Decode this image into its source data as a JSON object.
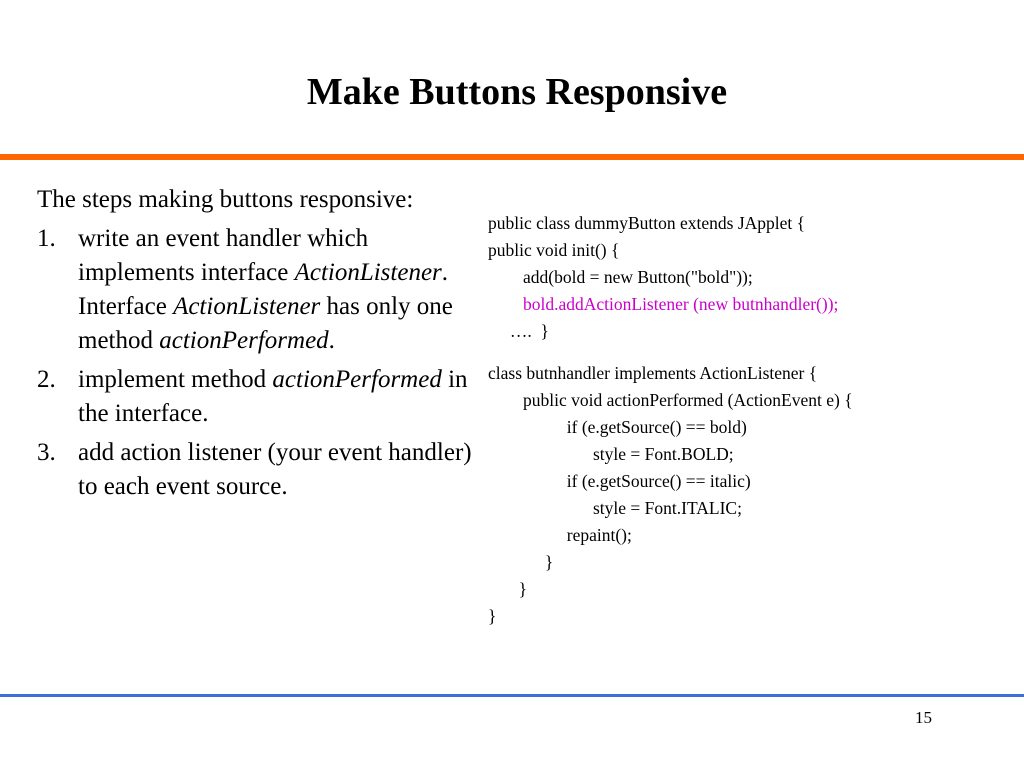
{
  "slide": {
    "title": "Make Buttons Responsive",
    "page_number": "15"
  },
  "colors": {
    "top_rule": "#ff6600",
    "bottom_rule": "#3d6fdb",
    "code_highlight": "#cc00cc"
  },
  "body": {
    "intro": "The steps making buttons responsive:",
    "steps": [
      {
        "number": "1.",
        "t1": "write an event handler which implements interface ",
        "i1": "ActionListener",
        "t2": ". Interface ",
        "i2": "ActionListener",
        "t3": " has only one method ",
        "i3": "actionPerformed",
        "t4": "."
      },
      {
        "number": "2.",
        "t1": "implement method ",
        "i1": "actionPerformed",
        "t2": " in the interface."
      },
      {
        "number": "3.",
        "text": "add action listener (your event handler) to each event source."
      }
    ]
  },
  "code": {
    "block1": [
      "public class dummyButton extends JApplet {",
      "public void init() {",
      "        add(bold = new Button(\"bold\"));",
      "        bold.addActionListener (new butnhandler());",
      "     ….  }"
    ],
    "block2": [
      "class butnhandler implements ActionListener {",
      "        public void actionPerformed (ActionEvent e) {",
      "                  if (e.getSource() == bold)",
      "                        style = Font.BOLD;",
      "                  if (e.getSource() == italic)",
      "                        style = Font.ITALIC;",
      "                  repaint();",
      "             }",
      "       }",
      "}"
    ]
  }
}
